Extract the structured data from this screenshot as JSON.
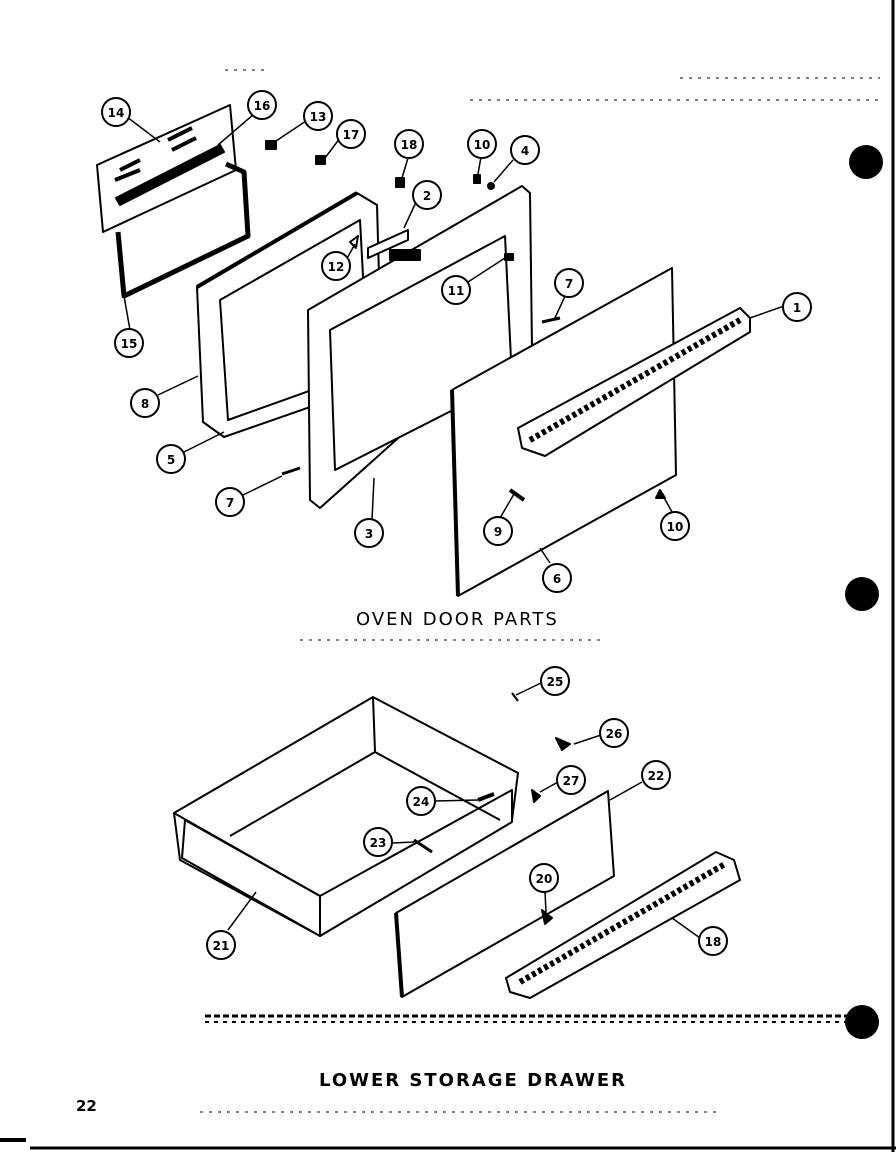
{
  "sections": {
    "oven_door_title": "OVEN DOOR PARTS",
    "drawer_title": "LOWER STORAGE DRAWER"
  },
  "page_number": "22",
  "oven_callouts": [
    "14",
    "16",
    "13",
    "17",
    "18",
    "10",
    "4",
    "2",
    "12",
    "11",
    "7",
    "1",
    "15",
    "8",
    "5",
    "7",
    "3",
    "9",
    "10",
    "6"
  ],
  "drawer_callouts": [
    "25",
    "26",
    "27",
    "22",
    "24",
    "23",
    "20",
    "21",
    "18"
  ]
}
